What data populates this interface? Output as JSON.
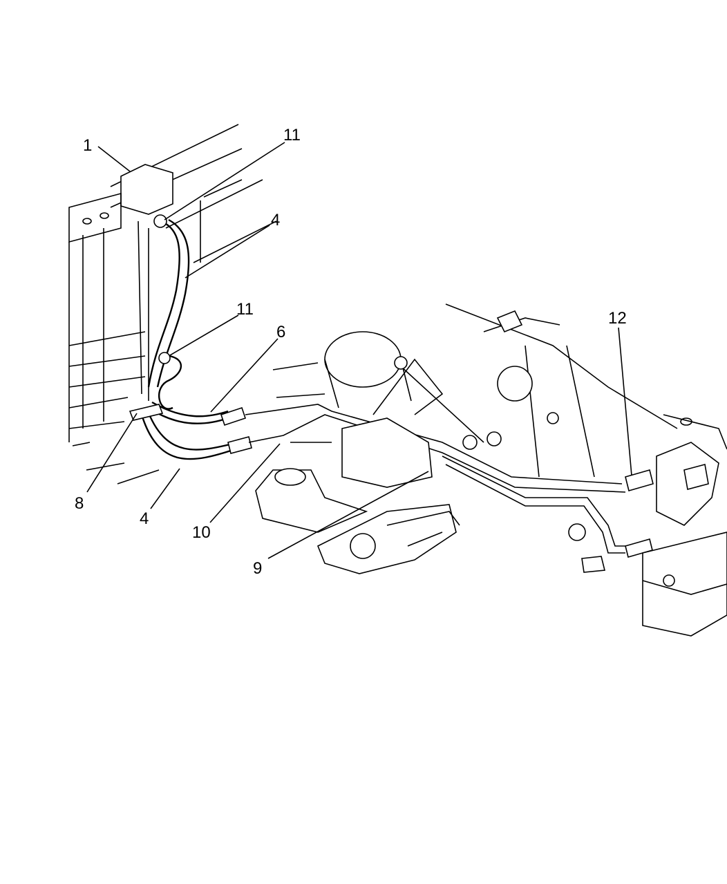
{
  "diagram": {
    "callouts": [
      {
        "id": "c1",
        "label": "1"
      },
      {
        "id": "c11a",
        "label": "11"
      },
      {
        "id": "c4a",
        "label": "4"
      },
      {
        "id": "c11b",
        "label": "11"
      },
      {
        "id": "c6",
        "label": "6"
      },
      {
        "id": "c12",
        "label": "12"
      },
      {
        "id": "c8",
        "label": "8"
      },
      {
        "id": "c4b",
        "label": "4"
      },
      {
        "id": "c10",
        "label": "10"
      },
      {
        "id": "c9",
        "label": "9"
      }
    ],
    "line_color": "#000000",
    "background": "#ffffff"
  }
}
